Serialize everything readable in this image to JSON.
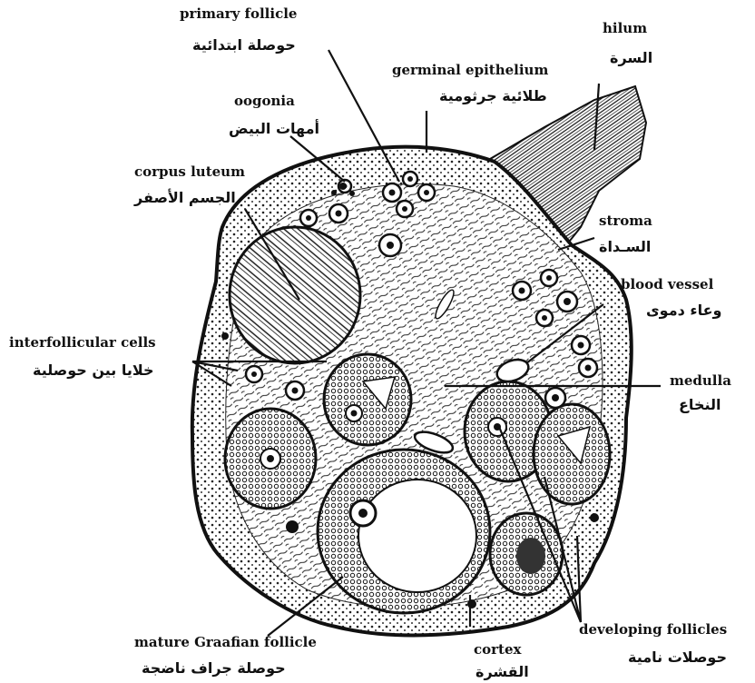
{
  "labels": {
    "primary_follicle": {
      "en": "primary  follicle",
      "ar": "حوصلة ابتدائية"
    },
    "hilum": {
      "en": "hilum",
      "ar": "السرة"
    },
    "germinal_epithelium": {
      "en": "germinal epithelium",
      "ar": "طلائية جرثومية"
    },
    "oogonia": {
      "en": "oogonia",
      "ar": "أمهات البيض"
    },
    "corpus_luteum": {
      "en": "corpus luteum",
      "ar": "الجسم الأصفر"
    },
    "stroma": {
      "en": "stroma",
      "ar": "السـداة"
    },
    "blood_vessel": {
      "en": "blood vessel",
      "ar": "وعاء دموى"
    },
    "interfollicular_cells": {
      "en": "interfollicular cells",
      "ar": "خلايا بين حوصلية"
    },
    "medulla": {
      "en": "medulla",
      "ar": "النخاع"
    },
    "mature_graafian_follicle": {
      "en": "mature Graafian follicle",
      "ar": "حوصلة جراف ناضجة"
    },
    "cortex": {
      "en": "cortex",
      "ar": "القشرة"
    },
    "developing_follicles": {
      "en": "developing follicles",
      "ar": "حوصلات نامية"
    }
  },
  "colors": {
    "ink": "#111111",
    "paper": "#ffffff"
  }
}
